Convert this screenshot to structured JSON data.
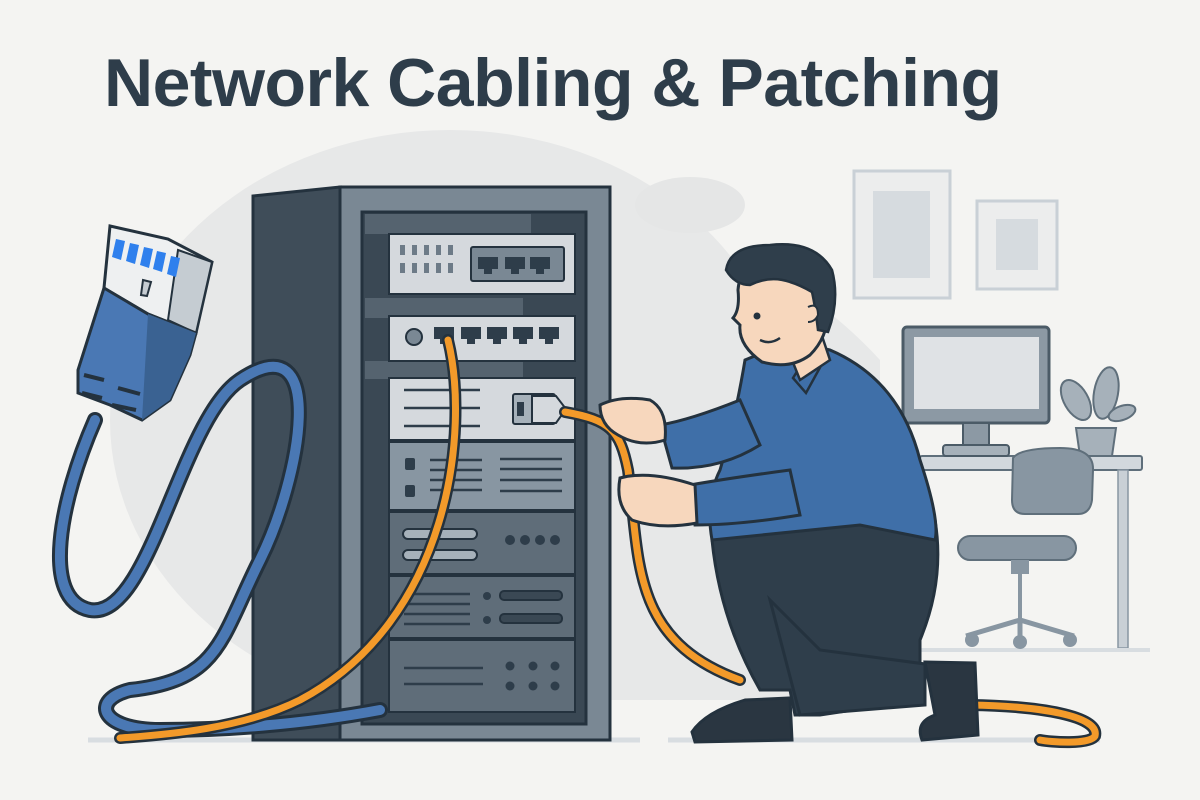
{
  "header": {
    "title": "Network Cabling & Patching"
  },
  "illustration": {
    "subjects": [
      "server-rack",
      "ethernet-cable",
      "technician",
      "office-desk"
    ],
    "colors": {
      "background": "#f4f4f2",
      "title": "#2e3d4a",
      "outline": "#24323e",
      "rack_dark": "#3f4d59",
      "rack_frame": "#7a8894",
      "panel_light": "#d5d9dd",
      "cable_blue": "#4a78b4",
      "cable_orange": "#f39a2a",
      "shirt_blue": "#3f6fa8",
      "pants_dark": "#2f3e4b",
      "skin": "#f7d7bd",
      "furniture_gray": "#8896a2"
    }
  }
}
